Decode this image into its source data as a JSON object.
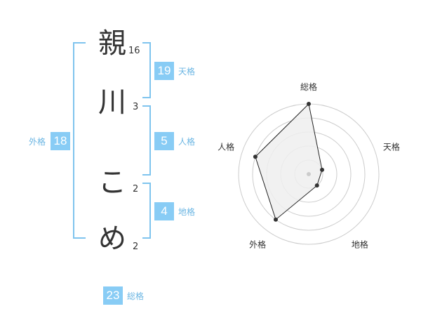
{
  "name": {
    "chars": [
      {
        "char": "親",
        "strokes": "16"
      },
      {
        "char": "川",
        "strokes": "3"
      },
      {
        "char": "こ",
        "strokes": "2"
      },
      {
        "char": "め",
        "strokes": "2"
      }
    ]
  },
  "fortune": {
    "tenkaku": {
      "value": "19",
      "label": "天格"
    },
    "jinkaku": {
      "value": "5",
      "label": "人格"
    },
    "chikaku": {
      "value": "4",
      "label": "地格"
    },
    "gaikaku": {
      "value": "18",
      "label": "外格"
    },
    "soukaku": {
      "value": "23",
      "label": "総格"
    }
  },
  "chart_data": {
    "type": "radar",
    "axes": [
      "総格",
      "天格",
      "地格",
      "外格",
      "人格"
    ],
    "range": [
      0,
      5
    ],
    "rings": 5,
    "values": [
      5,
      1,
      1,
      4,
      4
    ],
    "fill_color": "#eeeeee",
    "line_color": "#222222",
    "ring_color": "#cccccc"
  }
}
